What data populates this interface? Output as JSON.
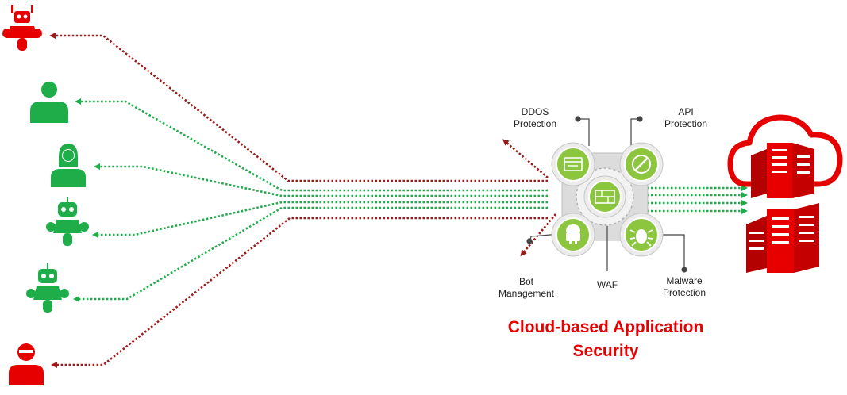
{
  "labels": {
    "ddos": "DDOS\nProtection",
    "api": "API\nProtection",
    "bot": "Bot\nManagement",
    "waf": "WAF",
    "malware": "Malware\nProtection"
  },
  "title": {
    "line1": "Cloud-based Application",
    "line2": "Security"
  },
  "colors": {
    "malicious": "#9b1a1a",
    "legit": "#1fad4a",
    "brand_red": "#e60000",
    "icon_green": "#8cc63f",
    "hub_gray": "#d4d4d4"
  },
  "icons": {
    "clients": [
      "malicious-robot-icon",
      "user-male-icon",
      "user-female-icon",
      "good-bot-icon",
      "good-bot-icon",
      "hacker-icon"
    ],
    "hub": [
      "waf-firewall-icon",
      "ddos-shield-icon",
      "api-plug-icon",
      "bot-android-icon",
      "malware-bug-icon"
    ],
    "destination": [
      "cloud-icon",
      "server-icon",
      "server-icon"
    ]
  }
}
